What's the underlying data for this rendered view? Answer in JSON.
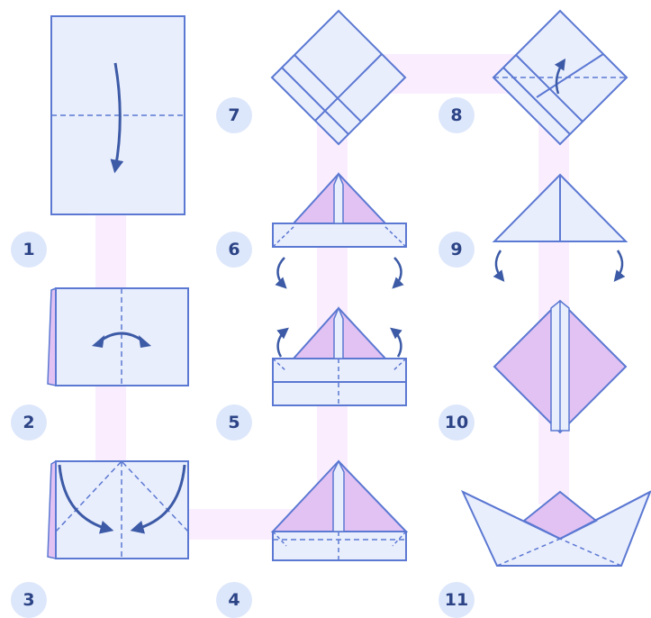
{
  "colors": {
    "paper": "#e9eefd",
    "outline": "#5b78d2",
    "arrow": "#3c5aa6",
    "pink": "#e2c2f2",
    "path": "#faeefe",
    "badge_bg": "#dde7fb",
    "badge_text": "#2c4486"
  },
  "steps": [
    {
      "label": "1"
    },
    {
      "label": "2"
    },
    {
      "label": "3"
    },
    {
      "label": "4"
    },
    {
      "label": "5"
    },
    {
      "label": "6"
    },
    {
      "label": "7"
    },
    {
      "label": "8"
    },
    {
      "label": "9"
    },
    {
      "label": "10"
    },
    {
      "label": "11"
    }
  ]
}
